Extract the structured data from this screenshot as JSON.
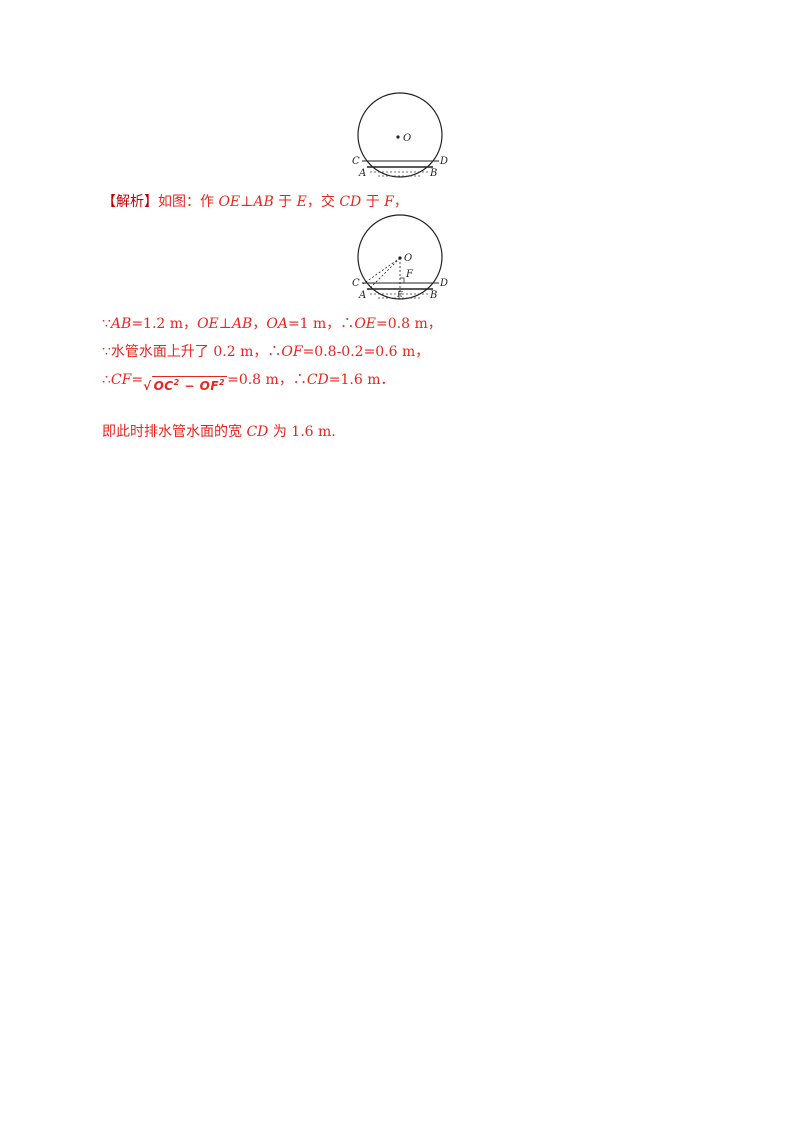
{
  "figure1": {
    "labels": {
      "o": "O",
      "c": "C",
      "d": "D",
      "a": "A",
      "b": "B"
    }
  },
  "figure2": {
    "labels": {
      "o": "O",
      "c": "C",
      "d": "D",
      "a": "A",
      "b": "B",
      "f": "F",
      "e": "E"
    }
  },
  "line1": {
    "bracket": "【解析】",
    "p1": "如图：作 ",
    "m1": "OE",
    "p2": "⊥",
    "m2": "AB",
    "p3": " 于 ",
    "m3": "E",
    "p4": "，交 ",
    "m4": "CD",
    "p5": " 于 ",
    "m5": "F",
    "p6": "，"
  },
  "line2": {
    "s1": "∵",
    "m1": "AB",
    "s2": "=1.2 m，",
    "m2": "OE",
    "s3": "⊥",
    "m3": "AB",
    "s4": "，",
    "m4": "OA",
    "s5": "=1 m，∴",
    "m5": "OE",
    "s6": "=0.8 m，"
  },
  "line3": {
    "s1": "∵",
    "c1": "水管水面上升了",
    "s2": " 0.2 m，∴",
    "m1": "OF",
    "s3": "=0.8-0.2=0.6 m，"
  },
  "line4": {
    "s1": "∴",
    "m1": "CF",
    "s2": "=",
    "rad": "√",
    "r1": "OC",
    "e1": "2",
    "r2": " − OF",
    "e2": "2",
    "s3": "=0.8 m，∴",
    "m2": "CD",
    "s4": "=1.6 m．"
  },
  "line5": {
    "c1": "即此时排水管水面的宽 ",
    "m1": "CD",
    "c2": " 为 ",
    "s1": "1.6 m."
  }
}
